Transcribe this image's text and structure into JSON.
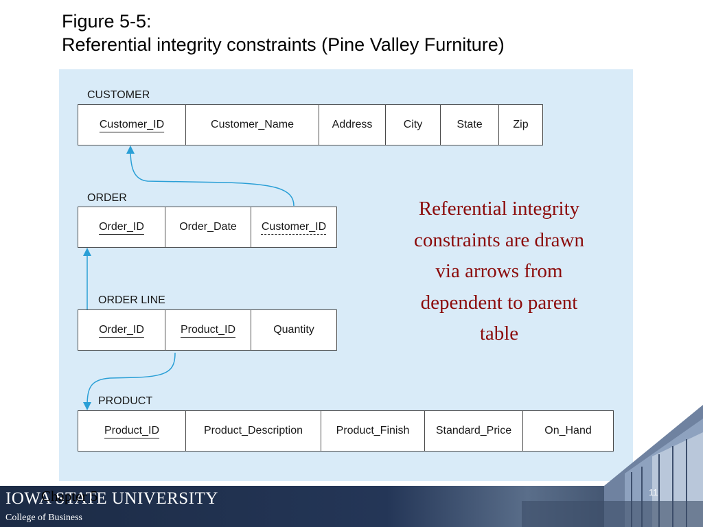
{
  "slide": {
    "title_line1": "Figure 5-5:",
    "title_line2": "Referential integrity constraints (Pine Valley Furniture)",
    "note": "Referential integrity constraints are drawn via arrows from dependent to parent table",
    "footer_university": "IOWA STATE UNIVERSITY",
    "footer_college": "College of Business",
    "chapter": "Chapter 5",
    "page_number": "11"
  },
  "tables": {
    "customer": {
      "name": "CUSTOMER",
      "fields": [
        "Customer_ID",
        "Customer_Name",
        "Address",
        "City",
        "State",
        "Zip"
      ]
    },
    "order": {
      "name": "ORDER",
      "fields": [
        "Order_ID",
        "Order_Date",
        "Customer_ID"
      ]
    },
    "order_line": {
      "name": "ORDER LINE",
      "fields": [
        "Order_ID",
        "Product_ID",
        "Quantity"
      ]
    },
    "product": {
      "name": "PRODUCT",
      "fields": [
        "Product_ID",
        "Product_Description",
        "Product_Finish",
        "Standard_Price",
        "On_Hand"
      ]
    }
  },
  "colors": {
    "arrow": "#2a9fd6",
    "note_text": "#8b0a0a",
    "panel": "#d9ebf8"
  }
}
